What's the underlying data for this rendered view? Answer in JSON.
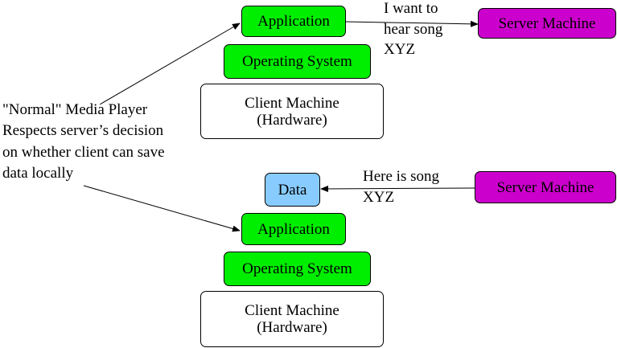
{
  "top": {
    "application": "Application",
    "operating_system": "Operating System",
    "client_machine_line1": "Client Machine",
    "client_machine_line2": "(Hardware)",
    "server": "Server Machine",
    "request_line1": "I want to",
    "request_line2": "hear song",
    "request_line3": "XYZ"
  },
  "bottom": {
    "data": "Data",
    "application": "Application",
    "operating_system": "Operating System",
    "client_machine_line1": "Client Machine",
    "client_machine_line2": "(Hardware)",
    "server": "Server Machine",
    "response_line1": "Here is song",
    "response_line2": "XYZ"
  },
  "caption": {
    "line1": "\"Normal\" Media Player",
    "line2": "Respects server’s decision",
    "line3": "on whether client can save",
    "line4": "data locally"
  },
  "colors": {
    "software": "#00ee00",
    "server": "#cc00cc",
    "data": "#88ccff"
  }
}
